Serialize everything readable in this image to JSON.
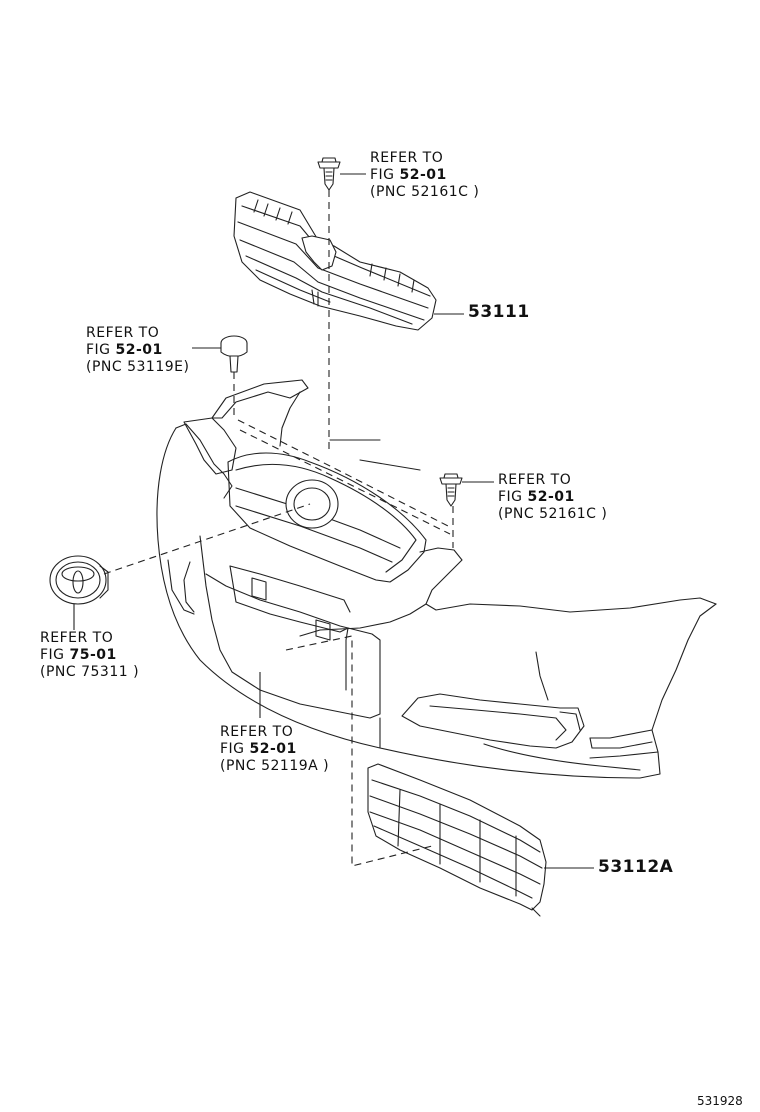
{
  "callouts": [
    {
      "id": "clip-top",
      "line1": "REFER  TO",
      "fig_prefix": "FIG  ",
      "fig": "52-01",
      "pnc": "(PNC 52161C )"
    },
    {
      "id": "clip-left",
      "line1": "REFER  TO",
      "fig_prefix": "FIG  ",
      "fig": "52-01",
      "pnc": "(PNC 53119E)"
    },
    {
      "id": "clip-right",
      "line1": "REFER  TO",
      "fig_prefix": "FIG  ",
      "fig": "52-01",
      "pnc": "(PNC 52161C )"
    },
    {
      "id": "emblem",
      "line1": "REFER  TO",
      "fig_prefix": "FIG  ",
      "fig": "75-01",
      "pnc": "(PNC 75311 )"
    },
    {
      "id": "bumper-cover",
      "line1": "REFER  TO",
      "fig_prefix": "FIG  ",
      "fig": "52-01",
      "pnc": "(PNC 52119A )"
    }
  ],
  "part_numbers": {
    "upper_grille": "53111",
    "lower_grille": "53112A"
  },
  "illustration_code": "531928",
  "icons": {
    "clip_top": "push-clip-icon",
    "clip_left": "bolt-clip-icon",
    "clip_right": "push-clip-icon",
    "emblem": "toyota-emblem-icon"
  }
}
